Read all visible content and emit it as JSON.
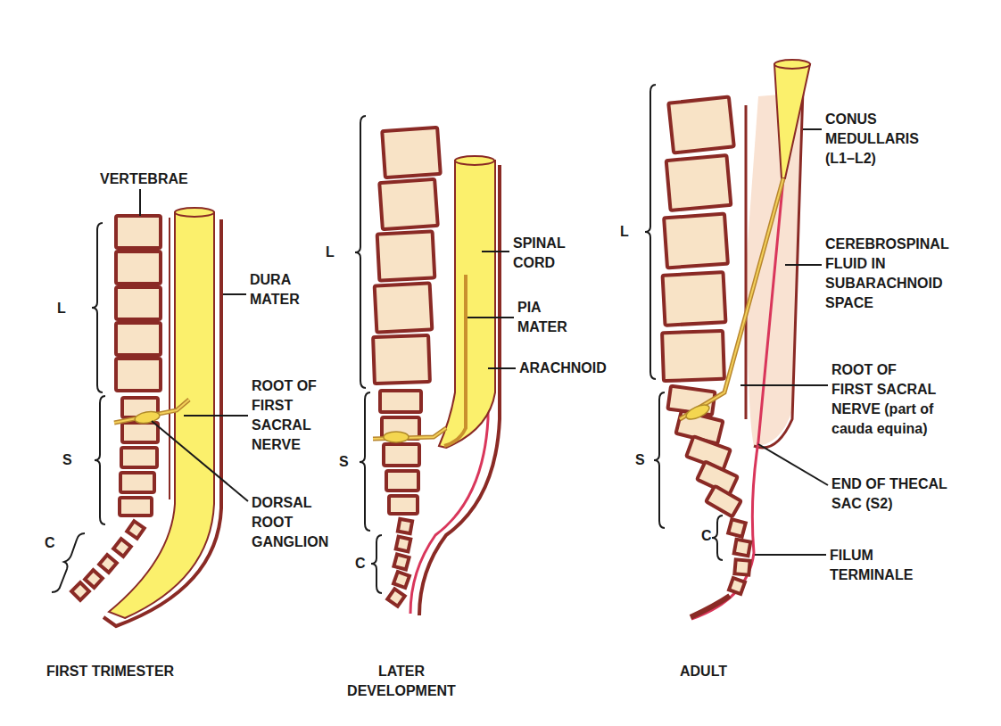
{
  "diagram": {
    "labels": [
      "VERTEBRAE",
      "L",
      "DURA MATER",
      "ROOT OF FIRST SACRAL NERVE",
      "S",
      "DORSAL ROOT GANGLION",
      "C",
      "SPINAL CORD",
      "L",
      "PIA MATER",
      "ARACHNOID",
      "S",
      "C",
      "CONUS MEDULLARIS (L1–L2)",
      "L",
      "CEREBROSPINAL FLUID IN SUBARACHNOID SPACE",
      "ROOT OF FIRST SACRAL NERVE (part of cauda equina)",
      "S",
      "END OF THECAL SAC (S2)",
      "C",
      "FILUM TERMINALE",
      "FIRST TRIMESTER",
      "LATER DEVELOPMENT",
      "ADULT"
    ]
  }
}
